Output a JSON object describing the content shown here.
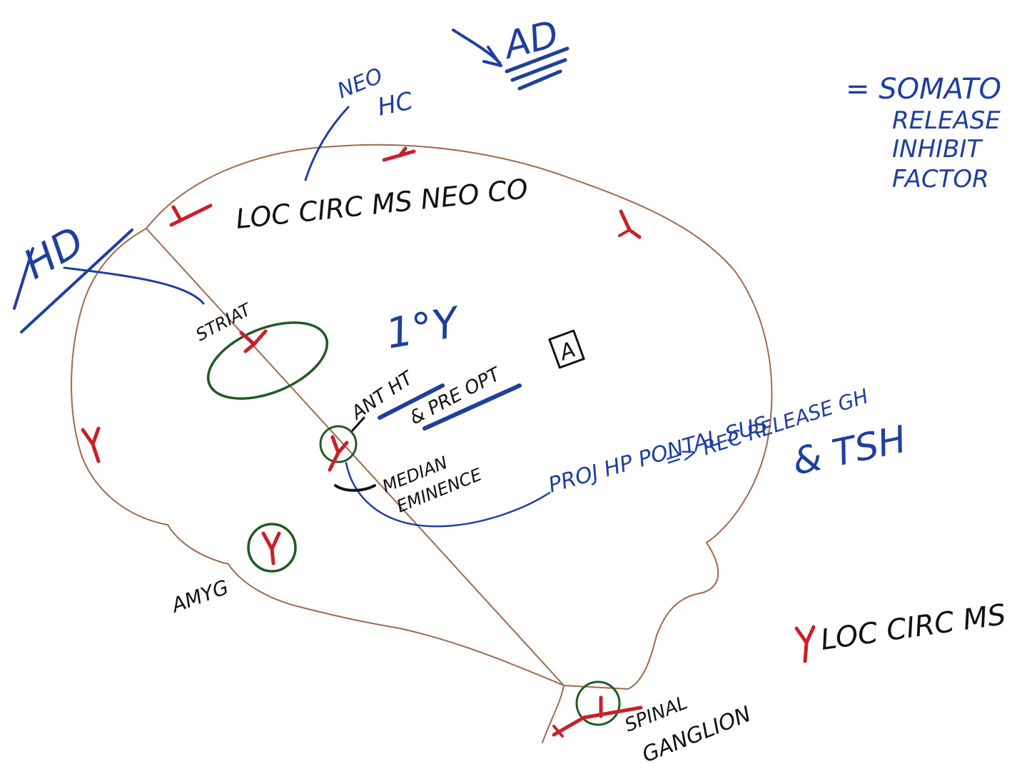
{
  "colors": {
    "brain_outline": "#a0694a",
    "black_ink": "#111111",
    "blue_ink": "#1f3f9e",
    "red_ink": "#c8202a",
    "green_ink": "#1f5a22"
  },
  "labels": {
    "neo_hc": [
      "NEO",
      "HC"
    ],
    "ad": "AD",
    "loc_circ_top": "LOC CIRC MS NEO CO",
    "hd": "HD",
    "striat": "STRIAT",
    "somato": [
      "= SOMATO",
      "RELEASE",
      "INHIBIT",
      "FACTOR"
    ],
    "one_zero_y": "1°Y",
    "ant_ht": "ANT HT",
    "preopt": "& PRE OPT",
    "a_box": "A",
    "proj_hp": "PROJ HP PONTAL SUS",
    "rec_release": "=> REC RELEASE GH",
    "tsh": "& TSH",
    "median": [
      "MEDIAN",
      "EMINENCE"
    ],
    "amyg": "AMYG",
    "spinal": [
      "SPINAL",
      "GANGLION"
    ],
    "legend": "LOC CIRC MS"
  },
  "icons": {
    "receptor": "y-shaped-receptor-icon",
    "arrow": "arrow-icon"
  }
}
